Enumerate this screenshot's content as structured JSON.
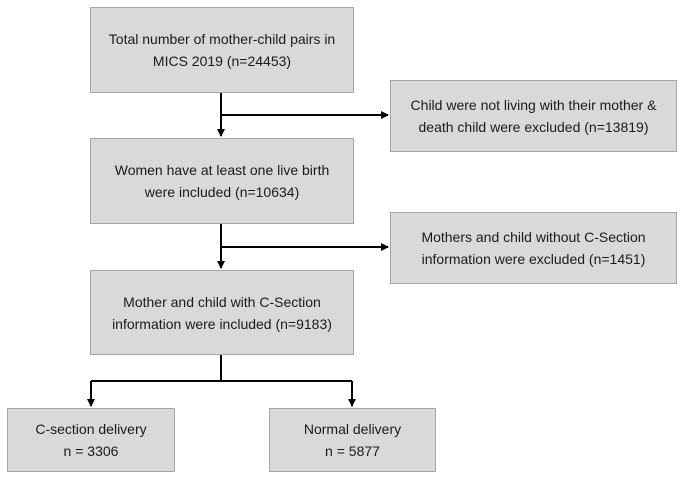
{
  "boxes": {
    "total": {
      "line1": "Total number of mother-child pairs in",
      "line2": "MICS 2019 (n=24453)"
    },
    "excluded1": {
      "line1": "Child were not living with their mother &",
      "line2": "death child were excluded (n=13819)"
    },
    "included1": {
      "line1": "Women have at least one live birth",
      "line2": "were included (n=10634)"
    },
    "excluded2": {
      "line1": "Mothers and child without C-Section",
      "line2": "information were excluded (n=1451)"
    },
    "included2": {
      "line1": "Mother and child with C-Section",
      "line2": "information were included (n=9183)"
    },
    "csection": {
      "line1": "C-section delivery",
      "line2": "n = 3306"
    },
    "normal": {
      "line1": "Normal delivery",
      "line2": "n = 5877"
    }
  },
  "colors": {
    "box_fill": "#d9d9d9",
    "box_border": "#a6a6a6",
    "arrow": "#000000"
  }
}
